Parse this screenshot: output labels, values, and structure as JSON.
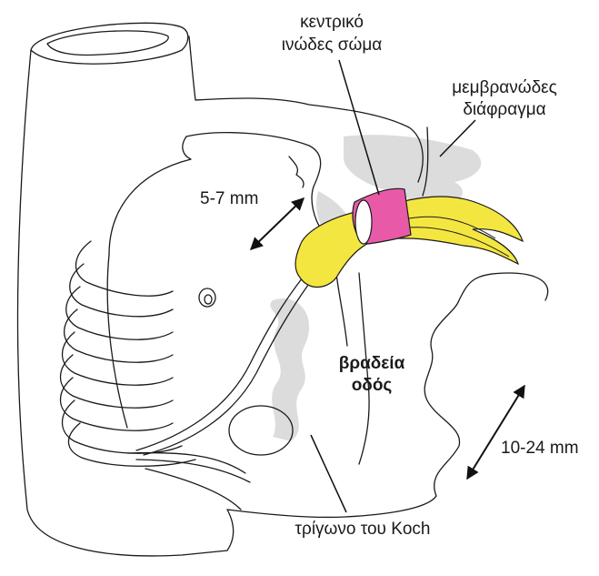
{
  "labels": {
    "central_fibrous_body_line1": "κεντρικό",
    "central_fibrous_body_line2": "ινώδες σώμα",
    "membranous_septum_line1": "μεμβρανώδες",
    "membranous_septum_line2": "διάφραγμα",
    "distance_small": "5-7 mm",
    "slow_pathway_line1": "βραδεία",
    "slow_pathway_line2": "οδός",
    "distance_large": "10-24 mm",
    "koch_triangle": "τρίγωνο του Koch"
  },
  "colors": {
    "his_bundle": "#f4e640",
    "central_fibrous_body": "#e85aa8",
    "shading": "#dcdcdc",
    "outline": "#1a1a1a"
  }
}
